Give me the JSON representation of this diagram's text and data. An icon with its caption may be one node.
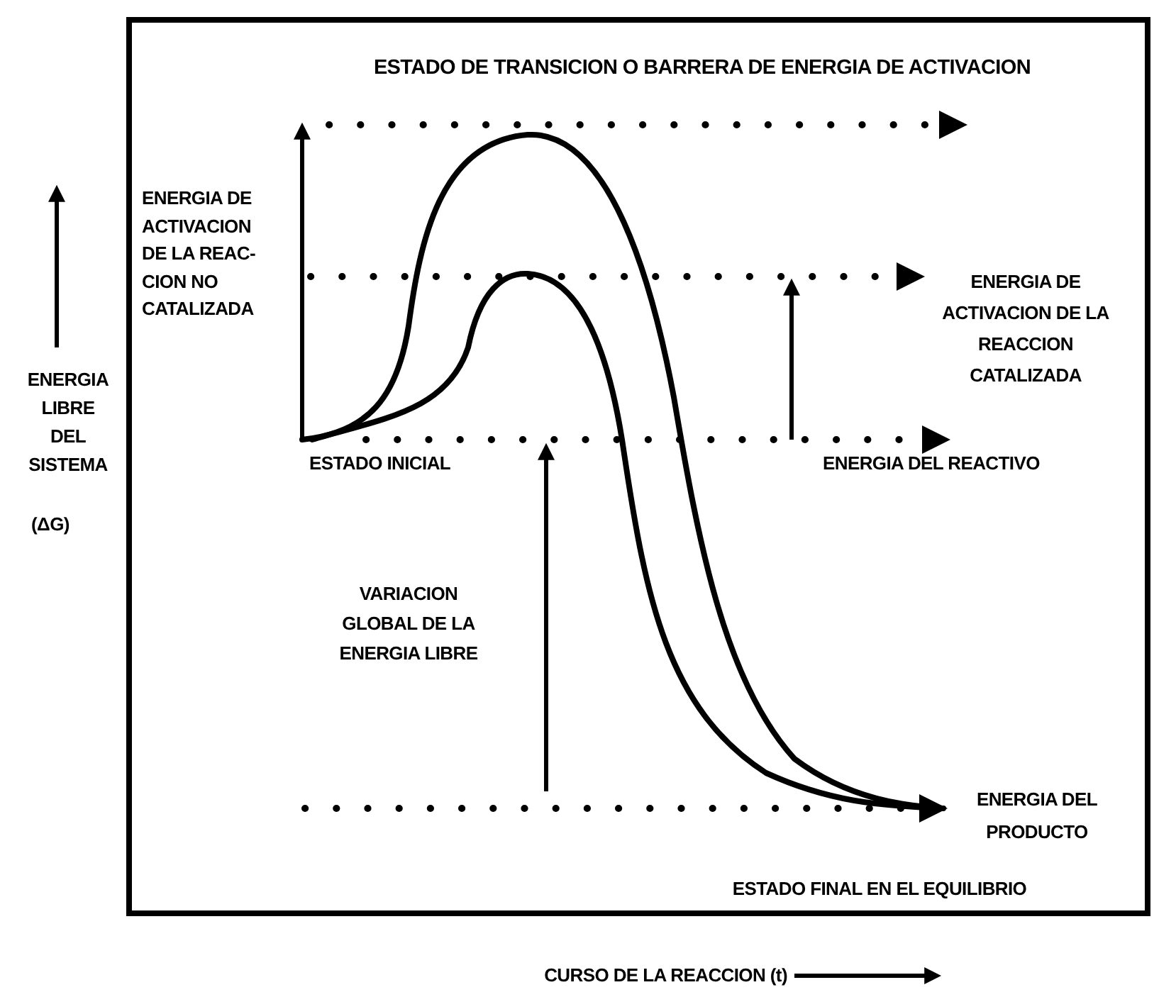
{
  "diagram": {
    "labels": [
      "ESTADO DE TRANSICION O BARRERA DE ENERGIA DE ACTIVACION",
      "ENERGIA DE ACTIVACION DE LA REAC- CION NO CATALIZADA",
      "ENERGIA DE ACTIVACION DE LA REACCION CATALIZADA",
      "ENERGIA LIBRE DEL SISTEMA",
      "ESTADO INICIAL",
      "ENERGIA DEL REACTIVO",
      "(ΔG)",
      "VARIACION GLOBAL DE LA ENERGIA LIBRE",
      "ENERGIA DEL PRODUCTO",
      "ESTADO FINAL EN EL EQUILIBRIO",
      "CURSO DE LA REACCION (t)"
    ]
  }
}
